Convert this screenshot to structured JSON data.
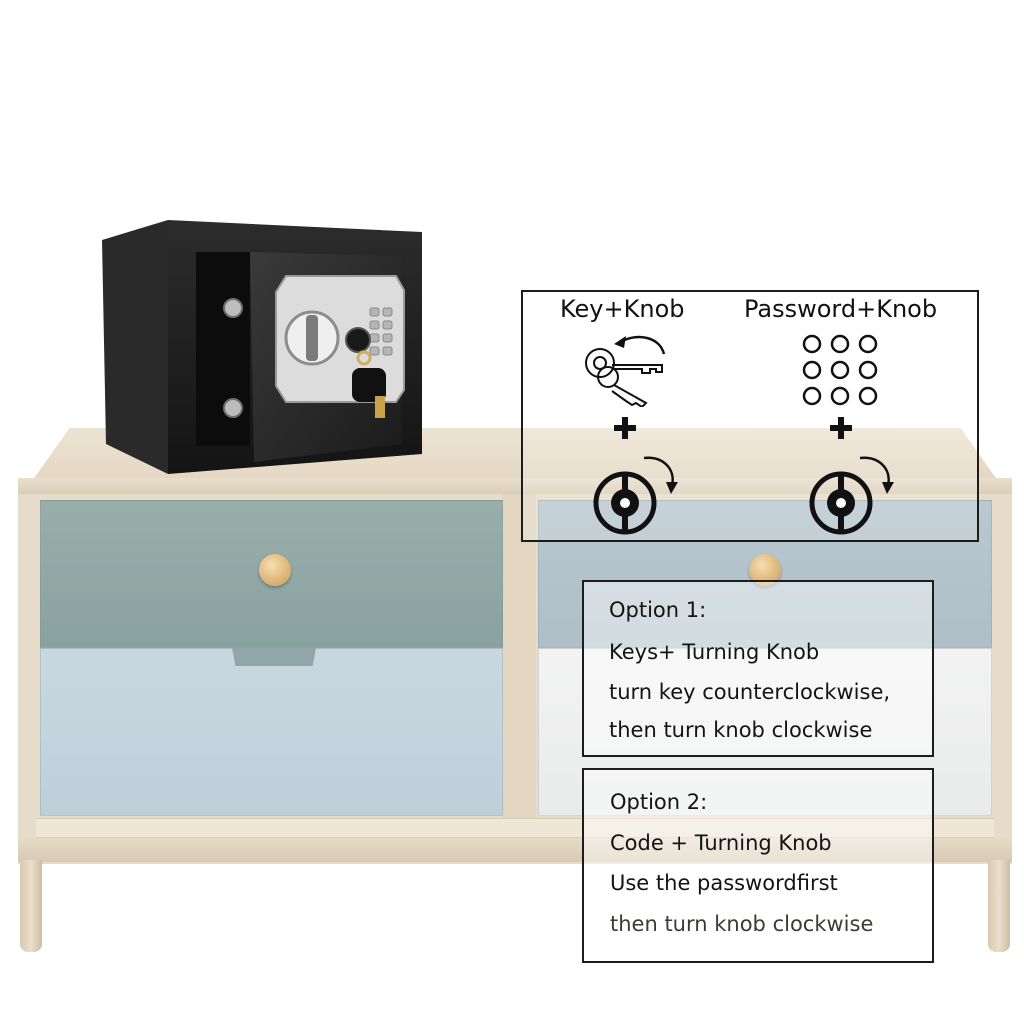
{
  "options_panel": {
    "methods": [
      {
        "title": "Key+Knob",
        "icons": [
          "keys-icon",
          "counterclockwise-arrow-icon",
          "plus-icon",
          "knob-icon",
          "clockwise-arrow-icon"
        ]
      },
      {
        "title": "Password+Knob",
        "icons": [
          "keypad-icon",
          "plus-icon",
          "knob-icon",
          "clockwise-arrow-icon"
        ]
      }
    ]
  },
  "option1": {
    "heading": "Option 1:",
    "lines": [
      "Keys+ Turning Knob",
      "turn key counterclockwise,",
      "then turn knob clockwise"
    ]
  },
  "option2": {
    "heading": "Option 2:",
    "lines": [
      "Code + Turning Knob",
      "Use the passwordfirst",
      "then turn knob clockwise"
    ]
  },
  "colors": {
    "safe": "#1e1e1e",
    "drawer_sage": "#8fa6a3",
    "drawer_light_blue": "#c4d3dc",
    "knob_brass": "#d9b274",
    "frame_wood": "#e6dac6"
  }
}
